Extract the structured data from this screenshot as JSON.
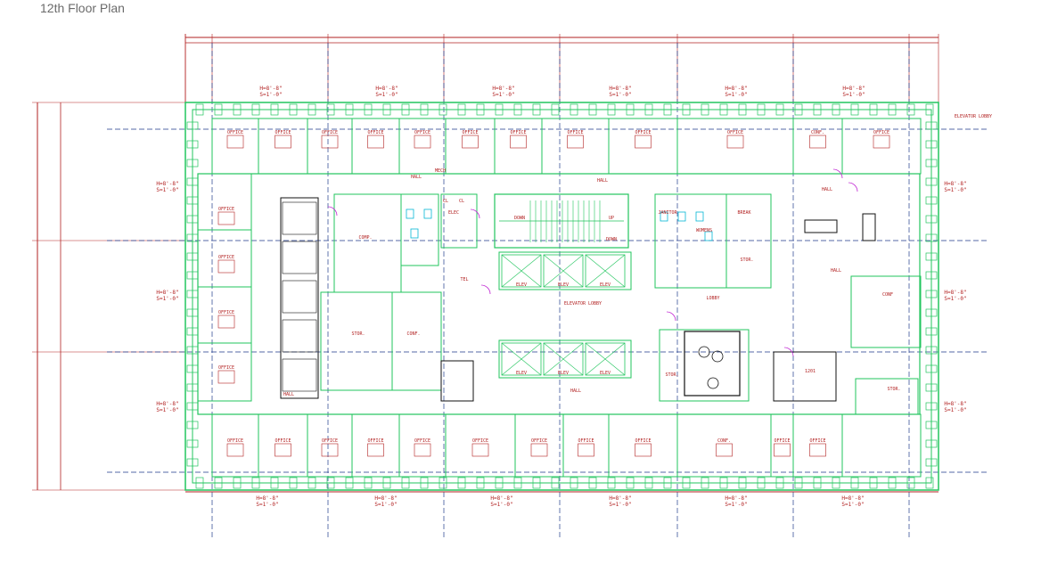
{
  "title": "12th Floor Plan",
  "labels": {
    "elevator_lobby_note": "ELEVATOR LOBBY",
    "elevator_lobby_center": "ELEVATOR LOBBY",
    "elev": "ELEV",
    "down": "DOWN",
    "up": "UP",
    "hall": "HALL",
    "lobby": "LOBBY",
    "suite": "1201",
    "height_top": "H=8'-8\"",
    "height_bottom": "H=8'-8\"",
    "spacing": "S=1'-0\""
  },
  "rooms_top": [
    "OFFICE",
    "OFFICE",
    "OFFICE",
    "OFFICE",
    "OFFICE",
    "OFFICE",
    "OFFICE",
    "OFFICE",
    "OFFICE",
    "OFFICE",
    "CONF.",
    "OFFICE"
  ],
  "rooms_bottom": [
    "OFFICE",
    "OFFICE",
    "OFFICE",
    "OFFICE",
    "OFFICE",
    "OFFICE",
    "OFFICE",
    "OFFICE",
    "OFFICE",
    "CONF.",
    "OFFICE",
    "OFFICE"
  ],
  "rooms_left": [
    "OFFICE",
    "OFFICE",
    "OFFICE",
    "OFFICE"
  ],
  "rooms_core": [
    "COMP.",
    "STOR.",
    "CONF.",
    "ELEC",
    "MECH",
    "TEL",
    "CL",
    "CL",
    "JANITOR",
    "WOMENS",
    "BREAK",
    "STOR.",
    "CONF",
    "STOR.",
    "STOR."
  ],
  "colors": {
    "walls": "#22c55e",
    "annotation": "#b22222",
    "grid": "#1e3a8a",
    "dimension": "#b22222",
    "furniture": "#111111",
    "fixtures": "#06b6d4",
    "doors": "#c026d3"
  }
}
